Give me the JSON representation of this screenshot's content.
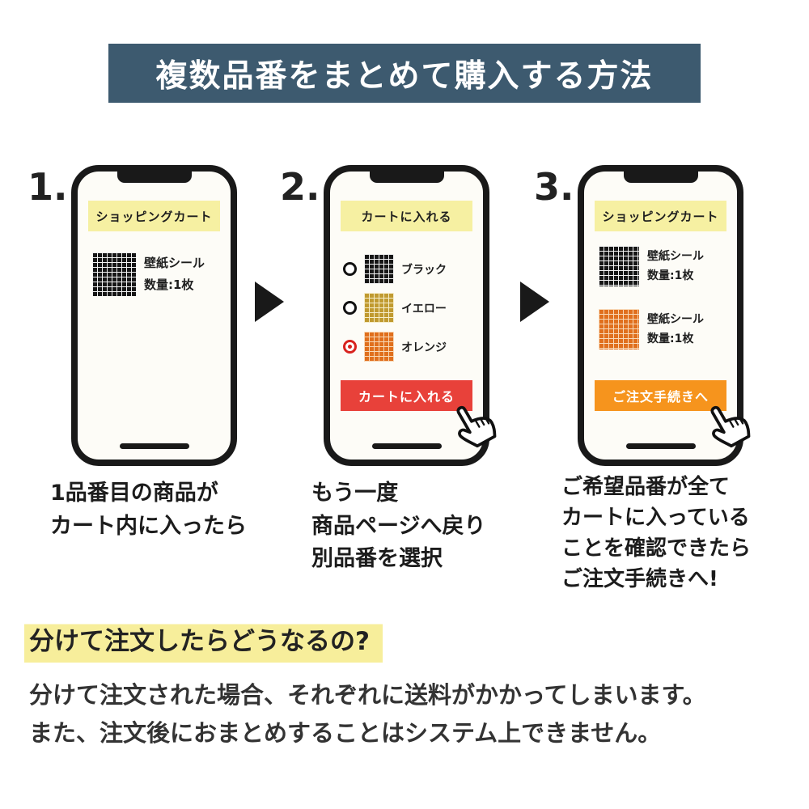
{
  "header": {
    "title": "複数品番をまとめて購入する方法"
  },
  "colors": {
    "header_bg": "#3d5a6f",
    "banner_yellow": "#f6f0a2",
    "highlight_yellow": "#f7ee9b",
    "add_to_cart_red": "#e8413a",
    "checkout_orange": "#f6941d",
    "radio_selected_red": "#d8231f",
    "phone_outline": "#191919",
    "swatch_black": "#161616",
    "swatch_yellow": "#c09a30",
    "swatch_orange": "#e06f1d"
  },
  "icons": {
    "arrow_right": "▶",
    "pointing_hand": "☝"
  },
  "steps": [
    {
      "number": "1.",
      "phone": {
        "banner": "ショッピングカート",
        "items": [
          {
            "swatch": "black",
            "name": "壁紙シール",
            "qty": "数量:1枚"
          }
        ]
      },
      "caption": [
        "1品番目の商品が",
        "カート内に入ったら"
      ]
    },
    {
      "number": "2.",
      "phone": {
        "banner": "カートに入れる",
        "options": [
          {
            "selected": false,
            "swatch": "black",
            "label": "ブラック"
          },
          {
            "selected": false,
            "swatch": "yellow",
            "label": "イエロー"
          },
          {
            "selected": true,
            "swatch": "orange",
            "label": "オレンジ"
          }
        ],
        "button_label": "カートに入れる"
      },
      "caption": [
        "もう一度",
        "商品ページへ戻り",
        "別品番を選択"
      ]
    },
    {
      "number": "3.",
      "phone": {
        "banner": "ショッピングカート",
        "items": [
          {
            "swatch": "black",
            "name": "壁紙シール",
            "qty": "数量:1枚"
          },
          {
            "swatch": "orange",
            "name": "壁紙シール",
            "qty": "数量:1枚"
          }
        ],
        "button_label": "ご注文手続きへ"
      },
      "caption": [
        "ご希望品番が全て",
        "カートに入っている",
        "ことを確認できたら",
        "ご注文手続きへ!"
      ]
    }
  ],
  "note": {
    "heading": "分けて注文したらどうなるの?",
    "body": [
      "分けて注文された場合、それぞれに送料がかかってしまいます。",
      "また、注文後におまとめすることはシステム上できません。"
    ]
  }
}
